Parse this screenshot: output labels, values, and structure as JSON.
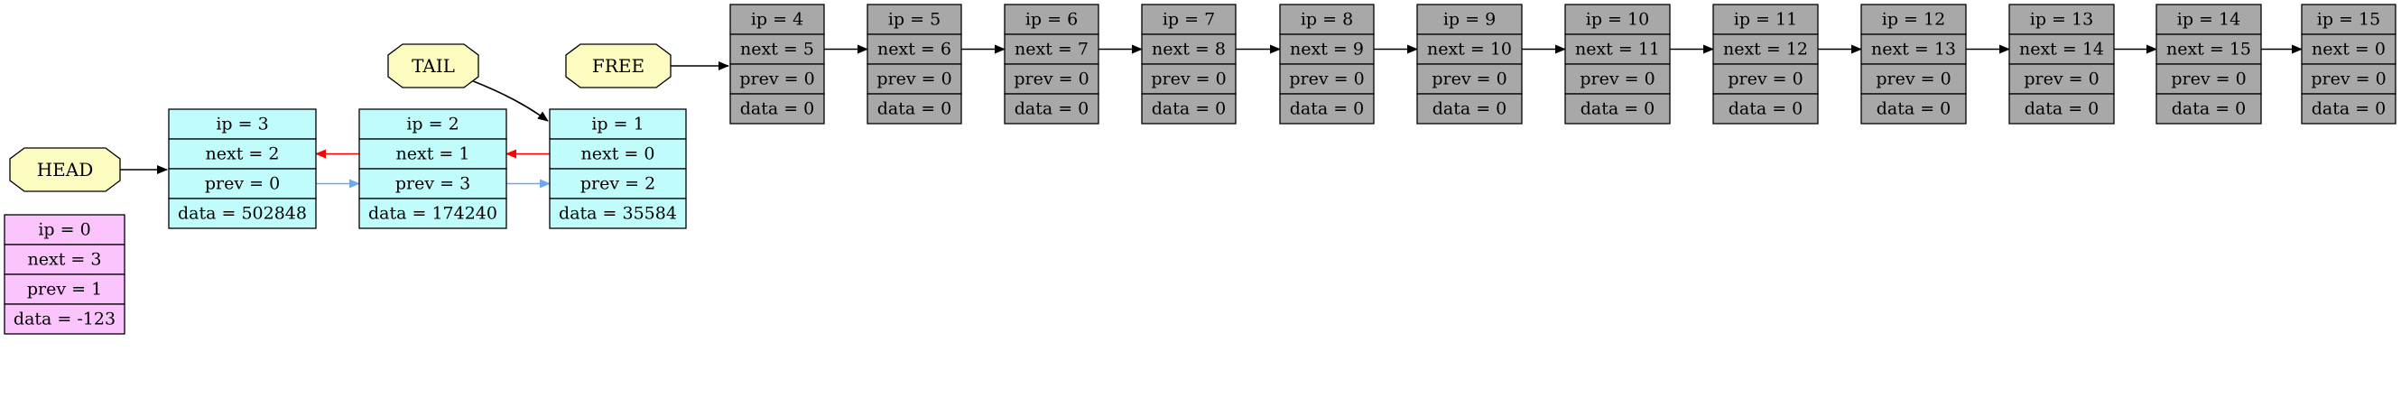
{
  "colors": {
    "used": "#c0fcfc",
    "zero": "#fcc4fc",
    "free": "#a8a8a8",
    "label_fill": "#fcfcc0",
    "next_arrow": "#ff0000",
    "prev_arrow": "#6ea8f4",
    "chain_arrow": "#000000"
  },
  "labels": {
    "head": "HEAD",
    "tail": "TAIL",
    "free": "FREE"
  },
  "nodes": [
    {
      "ip": "ip = 0",
      "next": "next = 3",
      "prev": "prev = 1",
      "data": "data = -123",
      "kind": "zero"
    },
    {
      "ip": "ip = 3",
      "next": "next = 2",
      "prev": "prev = 0",
      "data": "data = 502848",
      "kind": "used"
    },
    {
      "ip": "ip = 2",
      "next": "next = 1",
      "prev": "prev = 3",
      "data": "data = 174240",
      "kind": "used"
    },
    {
      "ip": "ip = 1",
      "next": "next = 0",
      "prev": "prev = 2",
      "data": "data = 35584",
      "kind": "used"
    },
    {
      "ip": "ip = 4",
      "next": "next = 5",
      "prev": "prev = 0",
      "data": "data = 0",
      "kind": "free"
    },
    {
      "ip": "ip = 5",
      "next": "next = 6",
      "prev": "prev = 0",
      "data": "data = 0",
      "kind": "free"
    },
    {
      "ip": "ip = 6",
      "next": "next = 7",
      "prev": "prev = 0",
      "data": "data = 0",
      "kind": "free"
    },
    {
      "ip": "ip = 7",
      "next": "next = 8",
      "prev": "prev = 0",
      "data": "data = 0",
      "kind": "free"
    },
    {
      "ip": "ip = 8",
      "next": "next = 9",
      "prev": "prev = 0",
      "data": "data = 0",
      "kind": "free"
    },
    {
      "ip": "ip = 9",
      "next": "next = 10",
      "prev": "prev = 0",
      "data": "data = 0",
      "kind": "free"
    },
    {
      "ip": "ip = 10",
      "next": "next = 11",
      "prev": "prev = 0",
      "data": "data = 0",
      "kind": "free"
    },
    {
      "ip": "ip = 11",
      "next": "next = 12",
      "prev": "prev = 0",
      "data": "data = 0",
      "kind": "free"
    },
    {
      "ip": "ip = 12",
      "next": "next = 13",
      "prev": "prev = 0",
      "data": "data = 0",
      "kind": "free"
    },
    {
      "ip": "ip = 13",
      "next": "next = 14",
      "prev": "prev = 0",
      "data": "data = 0",
      "kind": "free"
    },
    {
      "ip": "ip = 14",
      "next": "next = 15",
      "prev": "prev = 0",
      "data": "data = 0",
      "kind": "free"
    },
    {
      "ip": "ip = 15",
      "next": "next = 0",
      "prev": "prev = 0",
      "data": "data = 0",
      "kind": "free"
    }
  ]
}
